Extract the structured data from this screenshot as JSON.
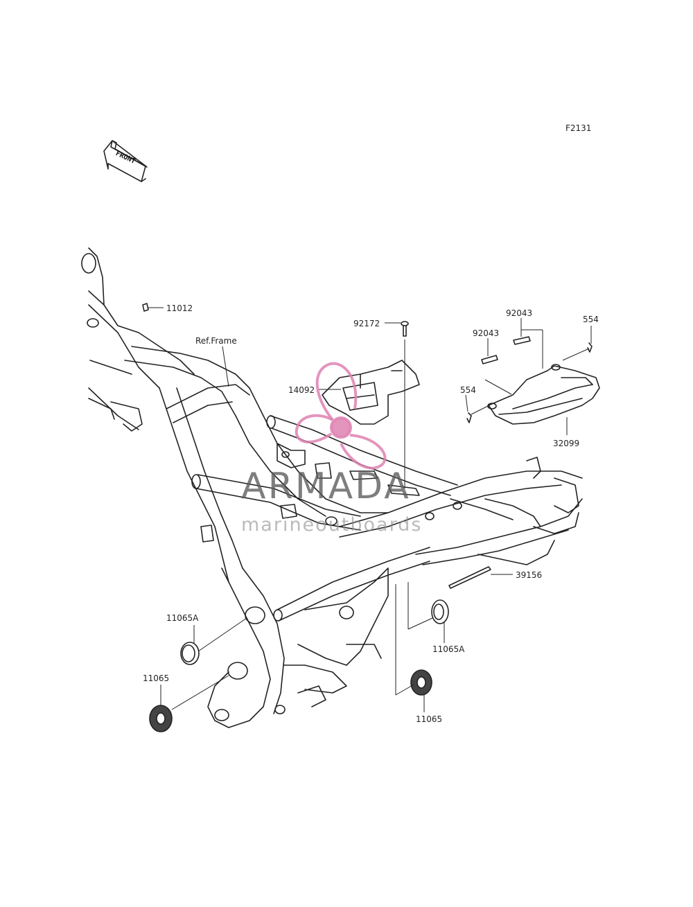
{
  "diagram": {
    "figure_code": "F2131",
    "front_marker": "FRONT",
    "reference_label": "Ref.Frame",
    "watermark": {
      "title": "ARMADA",
      "subtitle": "marineoutboards"
    },
    "parts": [
      {
        "id": "p11012",
        "label": "11012"
      },
      {
        "id": "p92172",
        "label": "92172"
      },
      {
        "id": "p14092",
        "label": "14092"
      },
      {
        "id": "p92043a",
        "label": "92043"
      },
      {
        "id": "p92043b",
        "label": "92043"
      },
      {
        "id": "p554a",
        "label": "554"
      },
      {
        "id": "p554b",
        "label": "554"
      },
      {
        "id": "p32099",
        "label": "32099"
      },
      {
        "id": "p39156",
        "label": "39156"
      },
      {
        "id": "p11065A_left",
        "label": "11065A"
      },
      {
        "id": "p11065A_right",
        "label": "11065A"
      },
      {
        "id": "p11065_left",
        "label": "11065"
      },
      {
        "id": "p11065_right",
        "label": "11065"
      }
    ]
  }
}
